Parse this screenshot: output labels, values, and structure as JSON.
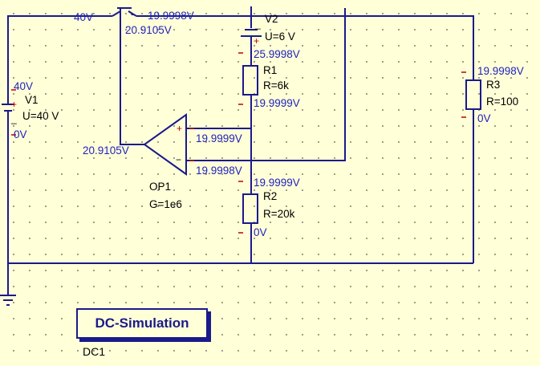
{
  "components": {
    "v1": {
      "name": "V1",
      "value": "U=40 V",
      "plus": "+",
      "minus": "_"
    },
    "v2": {
      "name": "V2",
      "value": "U=6 V",
      "plus": "+",
      "minus": "_"
    },
    "r1": {
      "name": "R1",
      "value": "R=6k"
    },
    "r2": {
      "name": "R2",
      "value": "R=20k"
    },
    "r3": {
      "name": "R3",
      "value": "R=100"
    },
    "op1": {
      "name": "OP1",
      "value": "G=1e6",
      "plus": "+",
      "minus": "−"
    }
  },
  "node_voltages": {
    "collector": "40V",
    "emitter": "19.9998V",
    "base": "20.9105V",
    "v2_top": "25.9998V",
    "r1_bottom": "19.9999V",
    "opamp_plus": "19.9999V",
    "opamp_minus": "19.9998V",
    "r2_top": "19.9999V",
    "r2_bottom": "0V",
    "opamp_out": "20.9105V",
    "v1_top": "40V",
    "v1_bottom": "0V",
    "r3_top": "19.9998V",
    "r3_bottom": "0V"
  },
  "simulation": {
    "label": "DC-Simulation",
    "name": "DC1"
  },
  "colors": {
    "wire": "#1a1a8c",
    "voltage_text": "#1f1fbf",
    "pin": "#c00000",
    "background": "#ffffd8"
  }
}
